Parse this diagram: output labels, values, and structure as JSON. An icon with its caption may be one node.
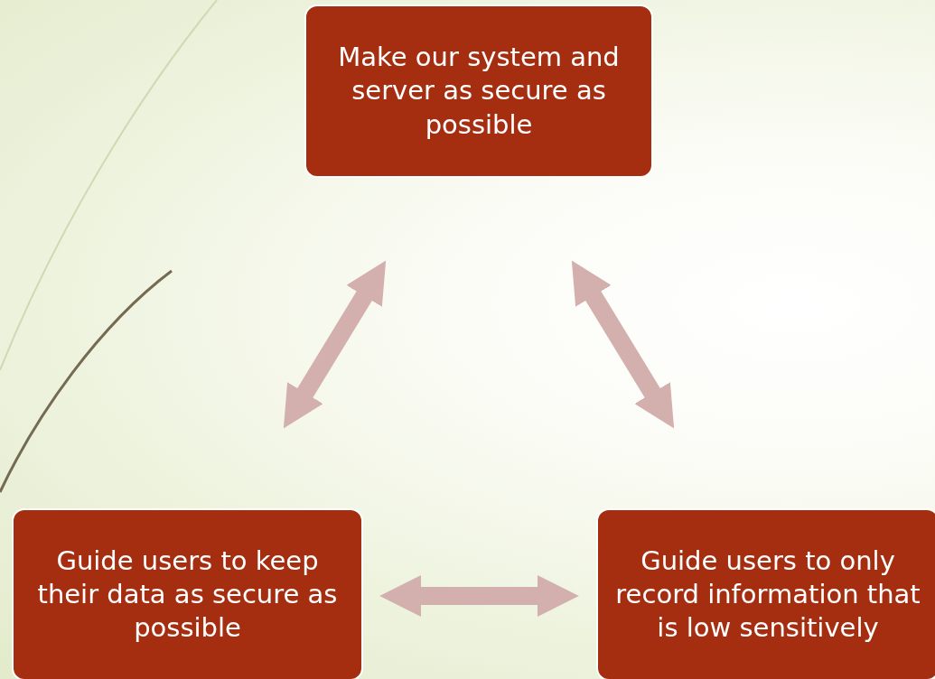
{
  "diagram": {
    "nodes": [
      {
        "text": [
          "Make our system and server as secure as possible"
        ]
      },
      {
        "text": [
          "Guide users to keep their data as secure as possible"
        ]
      },
      {
        "text": [
          "Guide users to only record information that is low sensitively"
        ]
      }
    ],
    "edges": [
      {
        "from": 0,
        "to": 1,
        "arrow": "both"
      },
      {
        "from": 0,
        "to": 2,
        "arrow": "both"
      },
      {
        "from": 1,
        "to": 2,
        "arrow": "both"
      }
    ]
  }
}
